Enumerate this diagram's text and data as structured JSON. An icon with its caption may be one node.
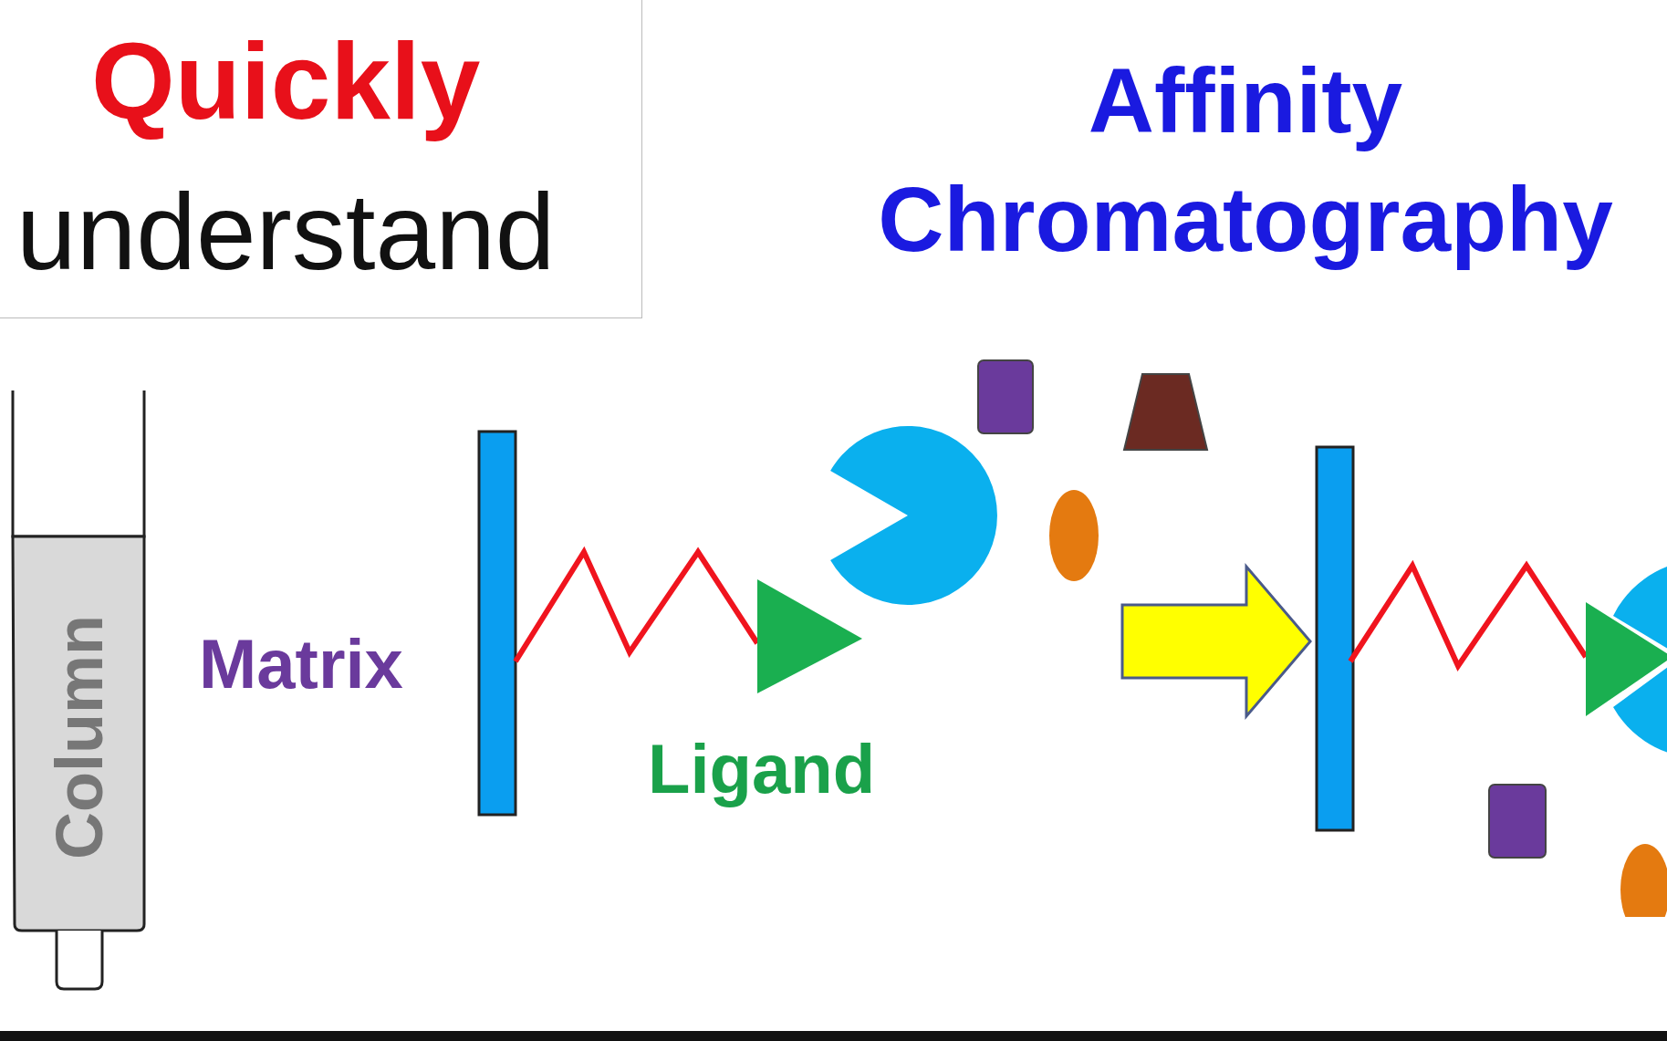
{
  "diagram": {
    "title": "Affinity Chromatography",
    "nodes": [
      {
        "text": [
          "Column"
        ]
      },
      {
        "text": [],
        "shape": "picture"
      },
      {
        "text": [],
        "shape": "picture"
      }
    ],
    "edges": [
      {
        "from": 1,
        "to": 2,
        "arrow": "to"
      }
    ],
    "labels": [
      "Quickly",
      "understand",
      "Matrix",
      "Ligand"
    ]
  }
}
